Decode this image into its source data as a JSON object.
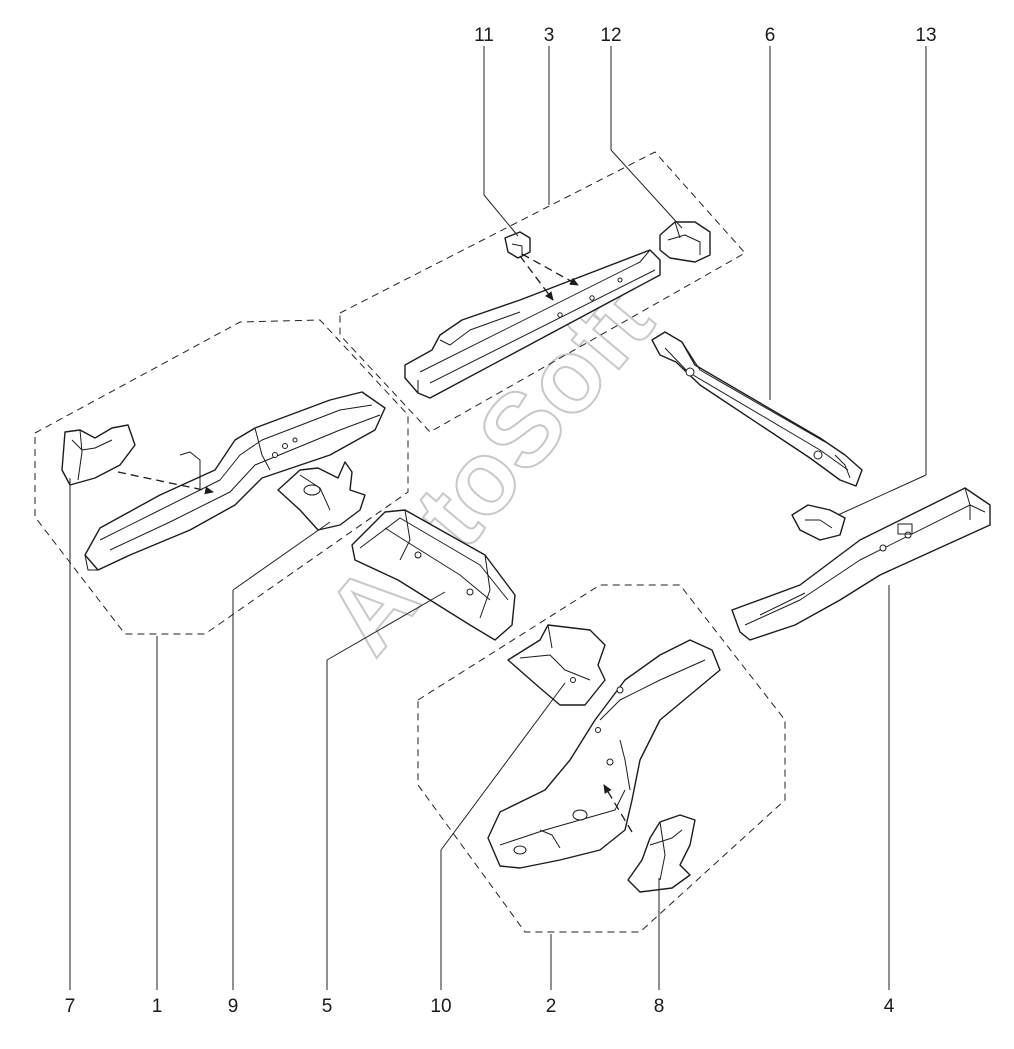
{
  "watermark": "AutoSoft",
  "callouts": {
    "c1": "1",
    "c2": "2",
    "c3": "3",
    "c4": "4",
    "c5": "5",
    "c6": "6",
    "c7": "7",
    "c8": "8",
    "c9": "9",
    "c10": "10",
    "c11": "11",
    "c12": "12",
    "c13": "13"
  },
  "colors": {
    "line": "#1c1c1c",
    "watermark": "#c8c8c8",
    "background": "#ffffff"
  }
}
